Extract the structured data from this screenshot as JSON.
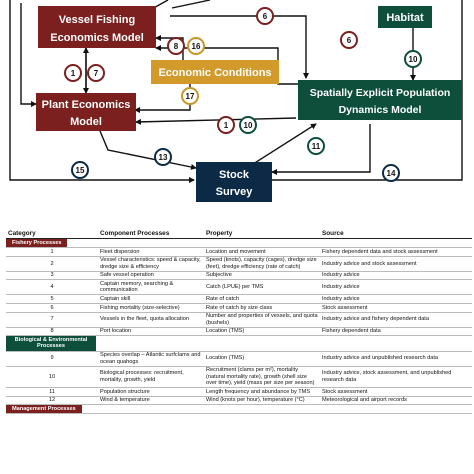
{
  "diagram": {
    "boxes": {
      "vessel": "Vessel Fishing\nEconomics Model",
      "plant": "Plant Economics\nModel",
      "economic": "Economic Conditions",
      "habitat": "Habitat",
      "population": "Spatially Explicit Population\nDynamics Model",
      "survey": "Stock\nSurvey"
    },
    "badges": [
      "6",
      "6",
      "8",
      "16",
      "1",
      "7",
      "10",
      "17",
      "1",
      "10",
      "11",
      "13",
      "15",
      "14"
    ],
    "colors": {
      "maroon": "#7b1f1f",
      "green": "#0d4f3a",
      "gold": "#d19a2a",
      "navy": "#0c2a46",
      "badge_ring": "#7b1f1f",
      "badge_green": "#0d4f3a",
      "badge_gold": "#c9962b",
      "badge_navy": "#0c2a46"
    }
  },
  "table": {
    "headers": [
      "Category",
      "Component Processes",
      "Property",
      "Source"
    ],
    "categories": {
      "fishery": "Fishery Processes",
      "bio": "Biological & Environmental\nProcesses",
      "mgmt": "Management Processes"
    },
    "rows": [
      {
        "n": "1",
        "proc": "Fleet dispersion",
        "prop": "Location and movement",
        "src": "Fishery dependent data and stock assessment"
      },
      {
        "n": "2",
        "proc": "Vessel characteristics: speed & capacity, dredge size & efficiency",
        "prop": "Speed (knots), capacity (cages), dredge size (feet), dredge efficiency (rate of catch)",
        "src": "Industry advice and stock assessment"
      },
      {
        "n": "3",
        "proc": "Safe vessel operation",
        "prop": "Subjective",
        "src": "Industry advice"
      },
      {
        "n": "4",
        "proc": "Captain memory, searching & communication",
        "prop": "Catch (LPUE) per TMS",
        "src": "Industry advice"
      },
      {
        "n": "5",
        "proc": "Captain skill",
        "prop": "Rate of catch",
        "src": "Industry advice"
      },
      {
        "n": "6",
        "proc": "Fishing mortality (size-selective)",
        "prop": "Rate of catch by size class",
        "src": "Stock assessment"
      },
      {
        "n": "7",
        "proc": "Vessels in the fleet, quota allocation",
        "prop": "Number and properties of vessels, and quota (bushels)",
        "src": "Industry advice and fishery dependent data"
      },
      {
        "n": "8",
        "proc": "Port location",
        "prop": "Location (TMS)",
        "src": "Fishery dependent data"
      },
      {
        "n": "9",
        "proc": "Species overlap – Atlantic surfclams and ocean quahogs",
        "prop": "Location (TMS)",
        "src": "Industry advice and unpublished research data"
      },
      {
        "n": "10",
        "proc": "Biological processes: recruitment, mortality, growth, yield",
        "prop": "Recruitment (clams per m²), mortality (natural mortality rate), growth (shell size over time), yield (mass per size per season)",
        "src": "Industry advice, stock assessment, and unpublished research data"
      },
      {
        "n": "11",
        "proc": "Population structure",
        "prop": "Length frequency and abundance by TMS",
        "src": "Stock assessment"
      },
      {
        "n": "12",
        "proc": "Wind & temperature",
        "prop": "Wind (knots per hour), temperature (°C)",
        "src": "Meteorological and airport records"
      }
    ]
  }
}
